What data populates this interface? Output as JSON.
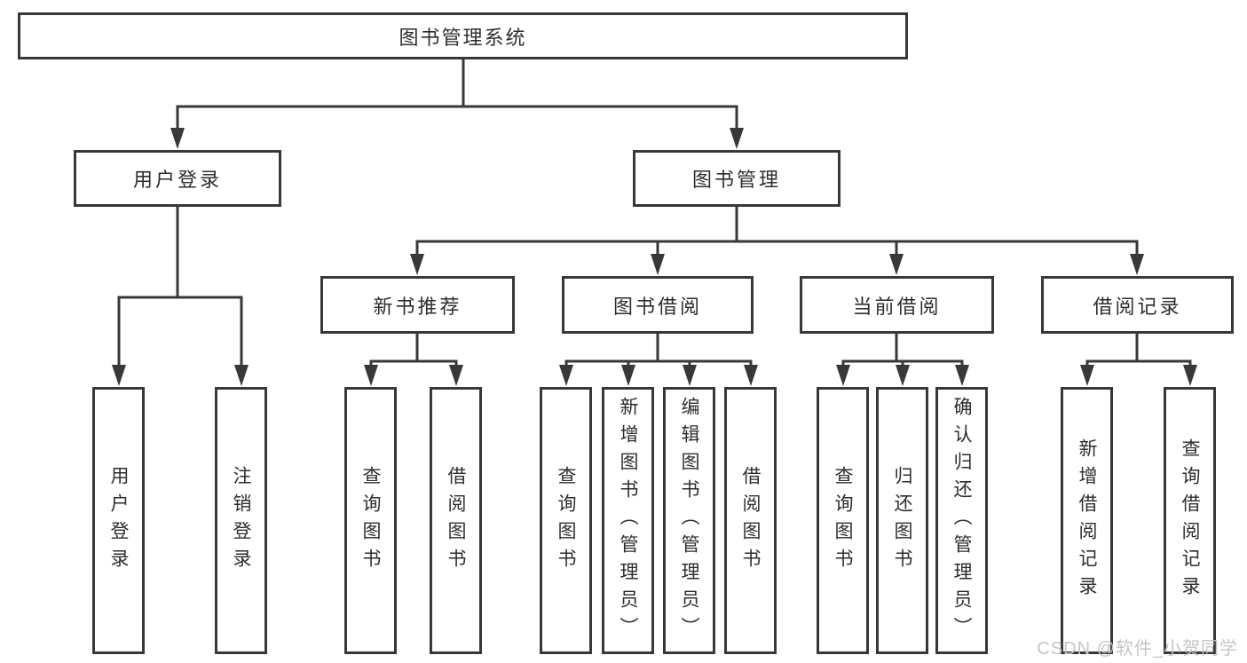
{
  "diagram": {
    "root": {
      "label": "图书管理系统"
    },
    "level2": [
      {
        "label": "用户登录"
      },
      {
        "label": "图书管理"
      }
    ],
    "level3": [
      {
        "label": "新书推荐",
        "parent": "图书管理"
      },
      {
        "label": "图书借阅",
        "parent": "图书管理"
      },
      {
        "label": "当前借阅",
        "parent": "图书管理"
      },
      {
        "label": "借阅记录",
        "parent": "图书管理"
      }
    ],
    "leaves": [
      {
        "label": "用户登录",
        "parent": "用户登录"
      },
      {
        "label": "注销登录",
        "parent": "用户登录"
      },
      {
        "label": "查询图书",
        "parent": "新书推荐"
      },
      {
        "label": "借阅图书",
        "parent": "新书推荐"
      },
      {
        "label": "查询图书",
        "parent": "图书借阅"
      },
      {
        "label": "新增图书（管理员）",
        "parent": "图书借阅"
      },
      {
        "label": "编辑图书（管理员）",
        "parent": "图书借阅"
      },
      {
        "label": "借阅图书",
        "parent": "图书借阅"
      },
      {
        "label": "查询图书",
        "parent": "当前借阅"
      },
      {
        "label": "归还图书",
        "parent": "当前借阅"
      },
      {
        "label": "确认归还（管理员）",
        "parent": "当前借阅"
      },
      {
        "label": "新增借阅记录",
        "parent": "借阅记录"
      },
      {
        "label": "查询借阅记录",
        "parent": "借阅记录"
      }
    ],
    "watermark": "CSDN @软件_小贺同学",
    "colors": {
      "line": "#383838",
      "box_border": "#383838",
      "box_fill": "#ffffff",
      "text": "#2d2d2d",
      "watermark": "#c5c5c5",
      "background": "#ffffff"
    }
  }
}
